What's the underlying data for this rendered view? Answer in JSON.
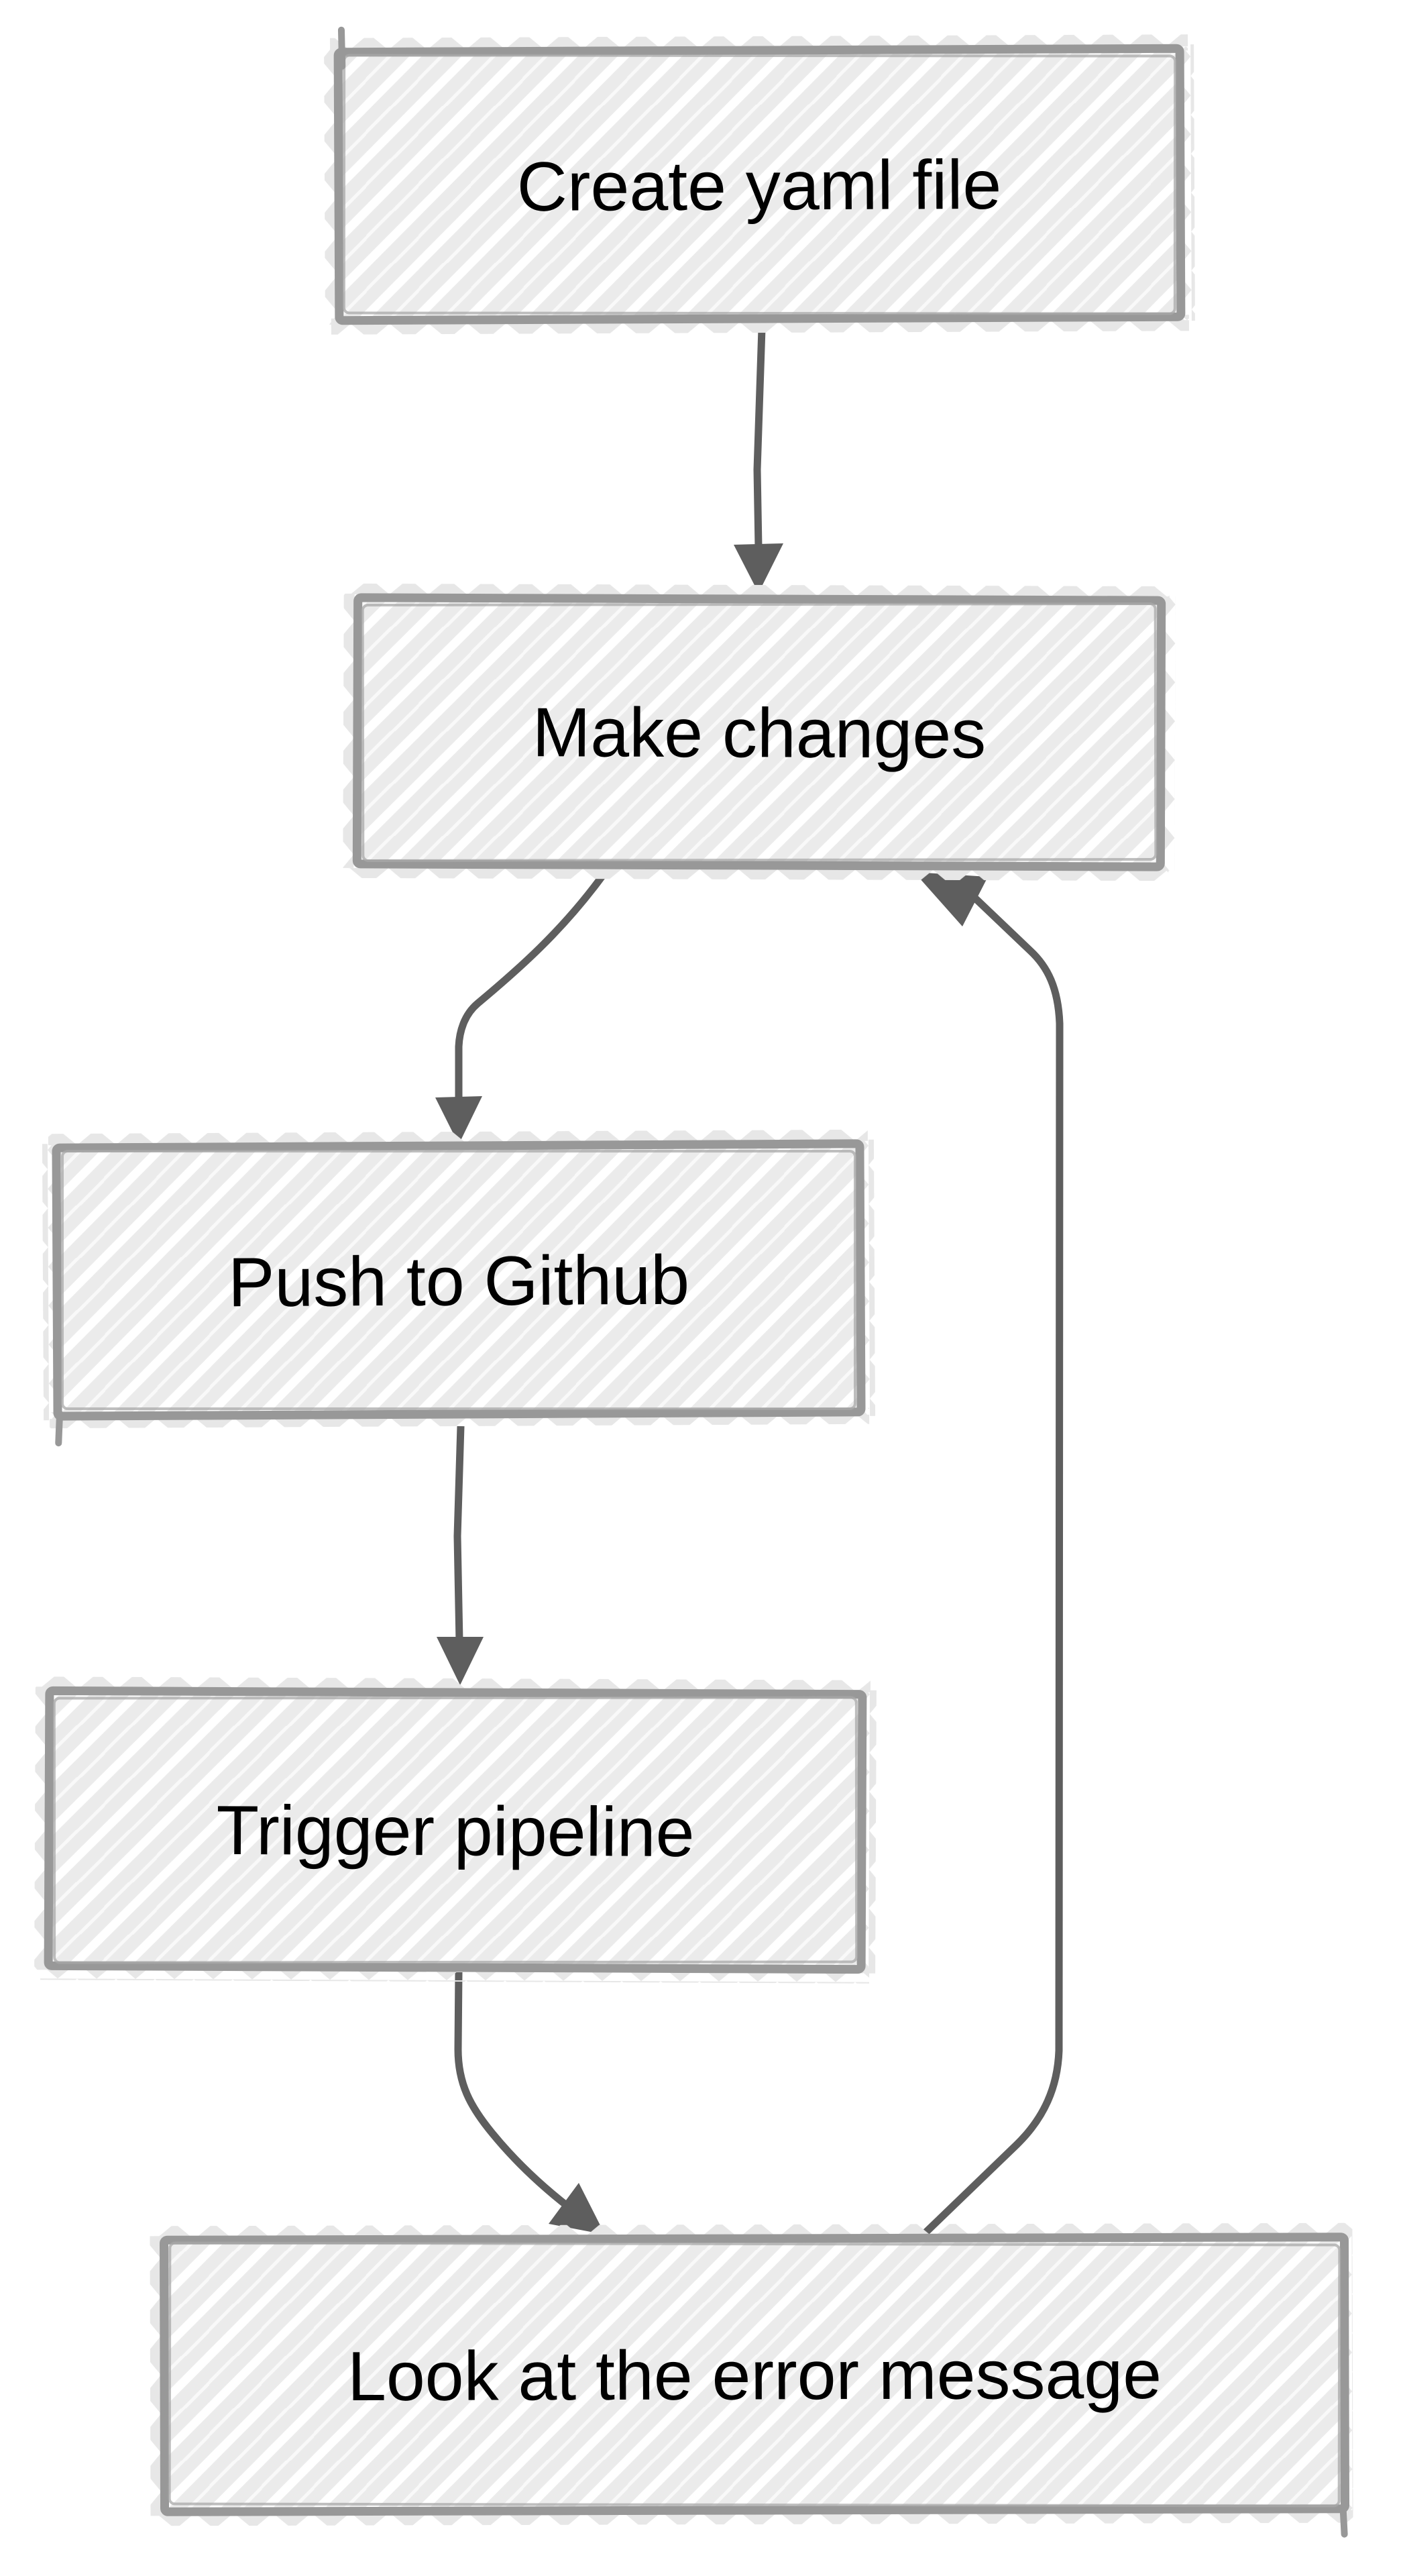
{
  "diagram": {
    "type": "flowchart",
    "style": "hand-drawn",
    "nodes": [
      {
        "id": "create-yaml-file",
        "label": "Create yaml file"
      },
      {
        "id": "make-changes",
        "label": "Make changes"
      },
      {
        "id": "push-to-github",
        "label": "Push to Github"
      },
      {
        "id": "trigger-pipeline",
        "label": "Trigger pipeline"
      },
      {
        "id": "look-at-error-message",
        "label": "Look at the error message"
      }
    ],
    "edges": [
      {
        "from": "create-yaml-file",
        "to": "make-changes"
      },
      {
        "from": "make-changes",
        "to": "push-to-github"
      },
      {
        "from": "push-to-github",
        "to": "trigger-pipeline"
      },
      {
        "from": "trigger-pipeline",
        "to": "look-at-error-message"
      },
      {
        "from": "look-at-error-message",
        "to": "make-changes"
      }
    ],
    "colors": {
      "background": "#ffffff",
      "node_fill": "#ebebeb",
      "node_hatch": "#ffffff",
      "node_border": "#989898",
      "node_border_accent": "#a8a8a8",
      "edge_zigzag": "#e7e7e7",
      "arrow": "#5e5e5e",
      "label": "#000000"
    }
  }
}
